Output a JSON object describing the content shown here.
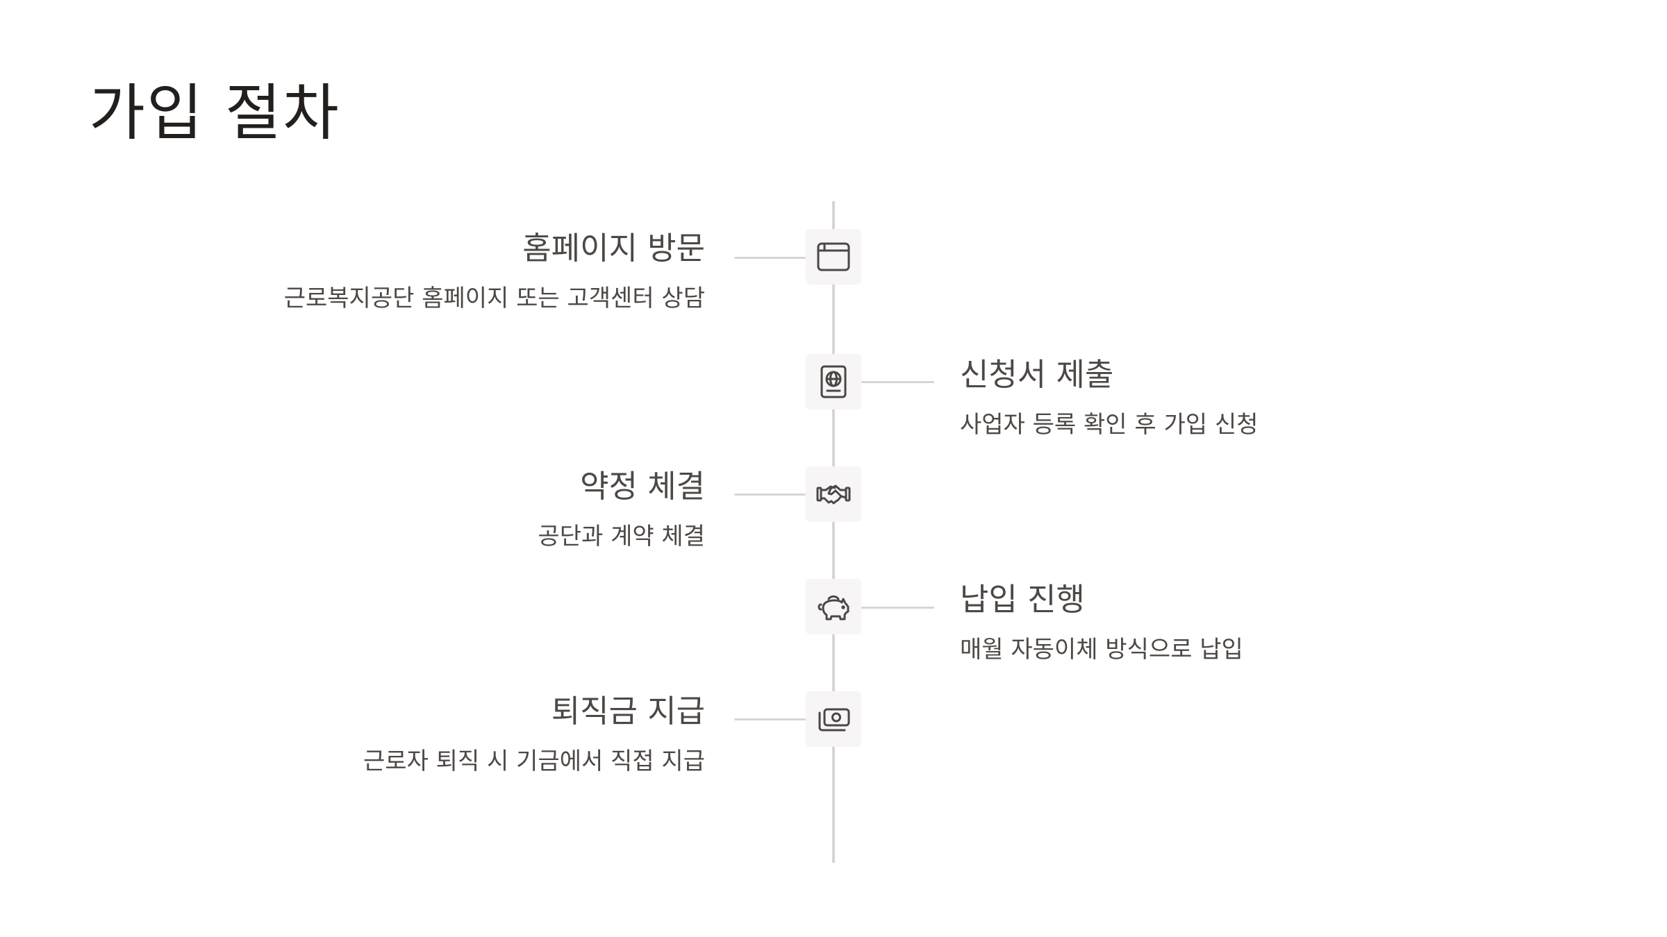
{
  "title": "가입 절차",
  "colors": {
    "title": "#231f1c",
    "text": "#4d4845",
    "line": "#d9d5d4",
    "icon_bg": "#f7f5f5",
    "icon_stroke": "#4a4745"
  },
  "steps": [
    {
      "side": "left",
      "icon": "browser-window-icon",
      "title": "홈페이지 방문",
      "desc": "근로복지공단 홈페이지 또는 고객센터 상담"
    },
    {
      "side": "right",
      "icon": "passport-icon",
      "title": "신청서 제출",
      "desc": "사업자 등록 확인 후 가입 신청"
    },
    {
      "side": "left",
      "icon": "handshake-icon",
      "title": "약정 체결",
      "desc": "공단과 계약 체결"
    },
    {
      "side": "right",
      "icon": "piggy-bank-icon",
      "title": "납입 진행",
      "desc": "매월 자동이체 방식으로 납입"
    },
    {
      "side": "left",
      "icon": "money-stack-icon",
      "title": "퇴직금 지급",
      "desc": "근로자 퇴직 시 기금에서 직접 지급"
    }
  ]
}
